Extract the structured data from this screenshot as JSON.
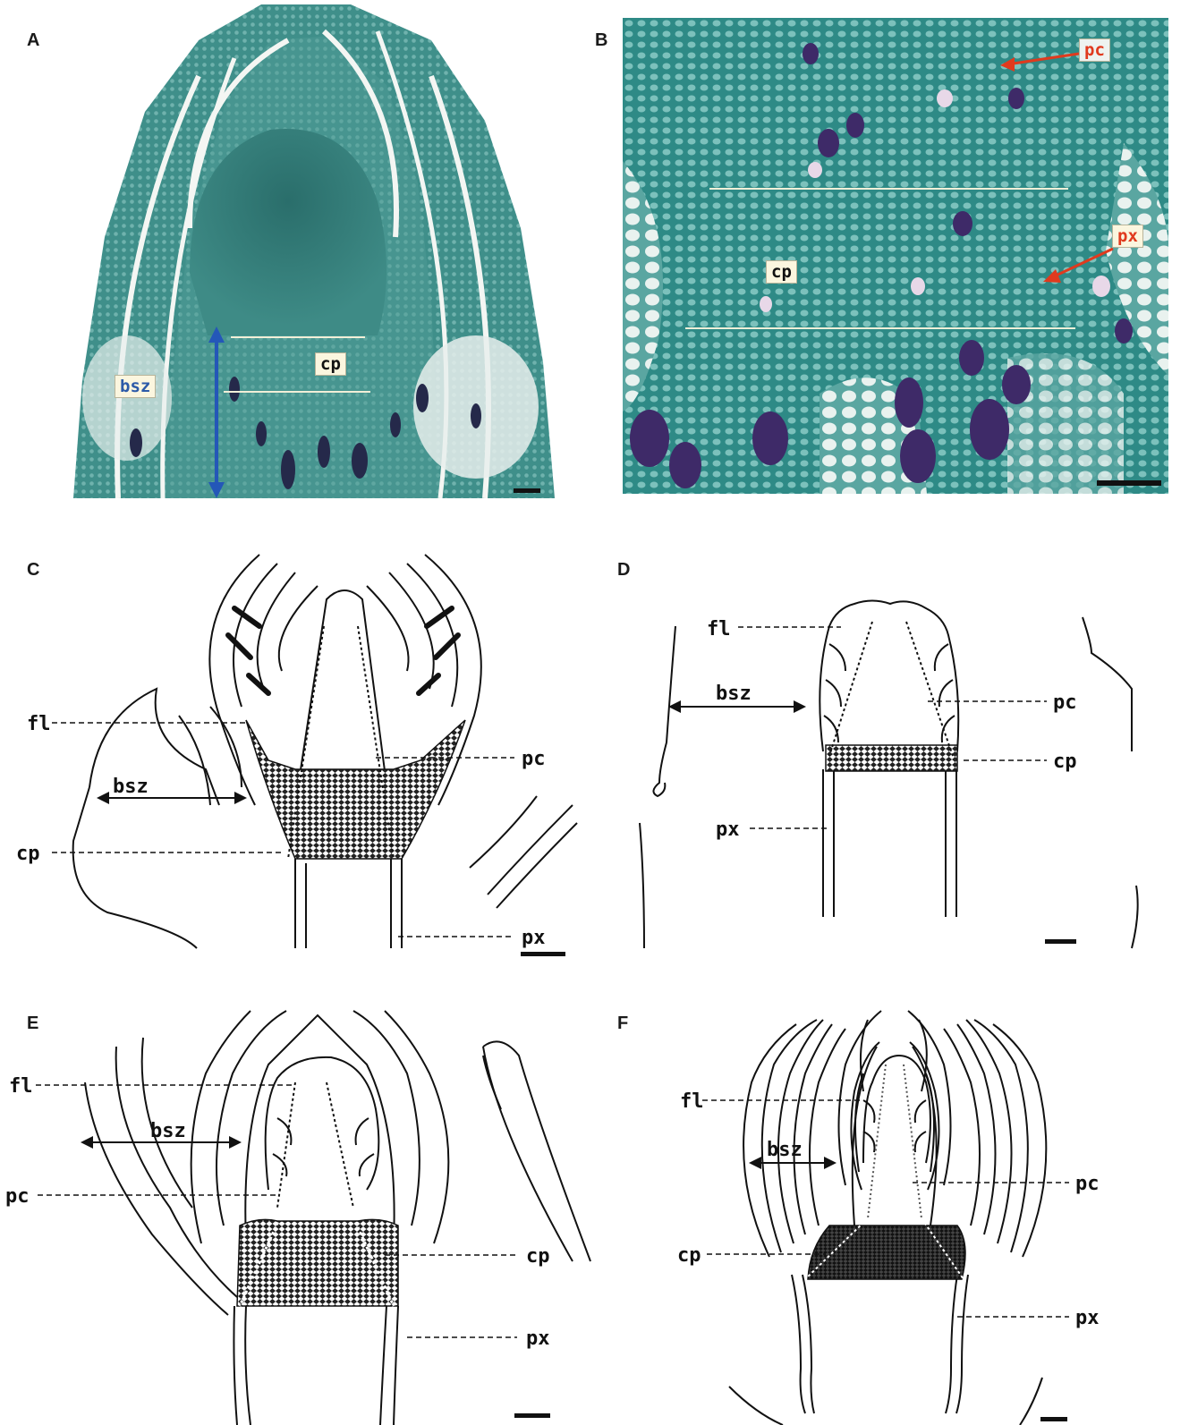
{
  "panels": {
    "A": {
      "letter": "A",
      "labels": {
        "cp": "cp",
        "bsz": "bsz"
      }
    },
    "B": {
      "letter": "B",
      "labels": {
        "pc": "pc",
        "px": "px",
        "cp": "cp"
      }
    },
    "C": {
      "letter": "C",
      "labels": {
        "fl": "fl",
        "bsz": "bsz",
        "cp": "cp",
        "pc": "pc",
        "px": "px"
      }
    },
    "D": {
      "letter": "D",
      "labels": {
        "fl": "fl",
        "bsz": "bsz",
        "pc": "pc",
        "cp": "cp",
        "px": "px"
      }
    },
    "E": {
      "letter": "E",
      "labels": {
        "fl": "fl",
        "bsz": "bsz",
        "pc": "pc",
        "cp": "cp",
        "px": "px"
      }
    },
    "F": {
      "letter": "F",
      "labels": {
        "fl": "fl",
        "bsz": "bsz",
        "pc": "pc",
        "cp": "cp",
        "px": "px"
      }
    }
  },
  "colors": {
    "stain_teal": "#2e8a86",
    "stain_dark": "#1f5f5c",
    "stain_purple": "#3e2a68",
    "label_red": "#e03a1e",
    "label_blue": "#2c5aa8",
    "arrow_blue": "#2457b8",
    "label_bg": "#fbf6df",
    "ink": "#111111"
  }
}
